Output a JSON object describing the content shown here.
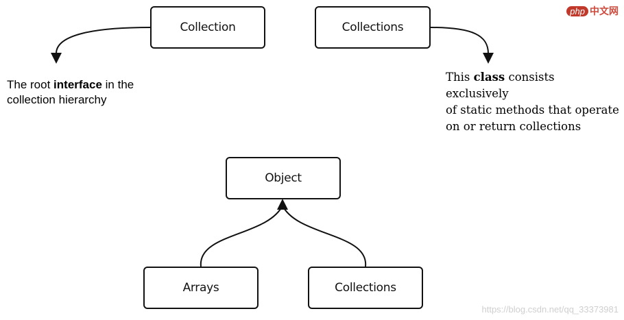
{
  "boxes": {
    "collection_top": "Collection",
    "collections_top": "Collections",
    "object": "Object",
    "arrays": "Arrays",
    "collections_bottom": "Collections"
  },
  "notes": {
    "left": {
      "part1": "The root ",
      "bold": "interface",
      "part2": " in the",
      "line2": "collection hierarchy"
    },
    "right": {
      "part1": "This ",
      "bold": "class",
      "part2": " consists exclusively",
      "line2": "of static methods that operate",
      "line3": "on or return collections"
    }
  },
  "watermarks": {
    "logo_php": "php",
    "logo_cn": "中文网",
    "url": "https://blog.csdn.net/qq_33373981"
  },
  "colors": {
    "stroke": "#111111",
    "background": "#ffffff"
  }
}
